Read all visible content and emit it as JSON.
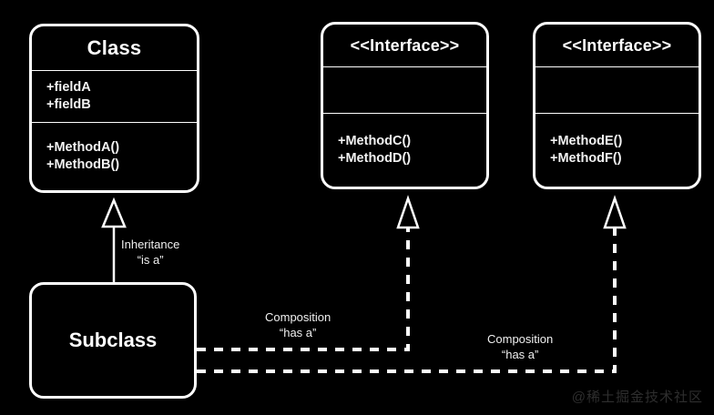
{
  "diagram": {
    "type": "uml-class-diagram",
    "background_color": "#000000",
    "stroke_color": "#ffffff",
    "text_color": "#ffffff",
    "watermark": "@稀土掘金技术社区"
  },
  "nodes": {
    "class": {
      "title": "Class",
      "fields": [
        "+fieldA",
        "+fieldB"
      ],
      "methods": [
        "+MethodA()",
        "+MethodB()"
      ]
    },
    "interface_left": {
      "title": "<<Interface>>",
      "fields": [],
      "methods": [
        "+MethodC()",
        "+MethodD()"
      ]
    },
    "interface_right": {
      "title": "<<Interface>>",
      "fields": [],
      "methods": [
        "+MethodE()",
        "+MethodF()"
      ]
    },
    "subclass": {
      "title": "Subclass"
    }
  },
  "edges": {
    "inheritance": {
      "line1": "Inheritance",
      "line2": "“is a”",
      "style": "solid",
      "arrow": "hollow-triangle",
      "from": "subclass",
      "to": "class"
    },
    "composition_left": {
      "line1": "Composition",
      "line2": "“has a”",
      "style": "dashed",
      "arrow": "hollow-triangle",
      "from": "subclass",
      "to": "interface_left"
    },
    "composition_right": {
      "line1": "Composition",
      "line2": "“has a”",
      "style": "dashed",
      "arrow": "hollow-triangle",
      "from": "subclass",
      "to": "interface_right"
    }
  }
}
